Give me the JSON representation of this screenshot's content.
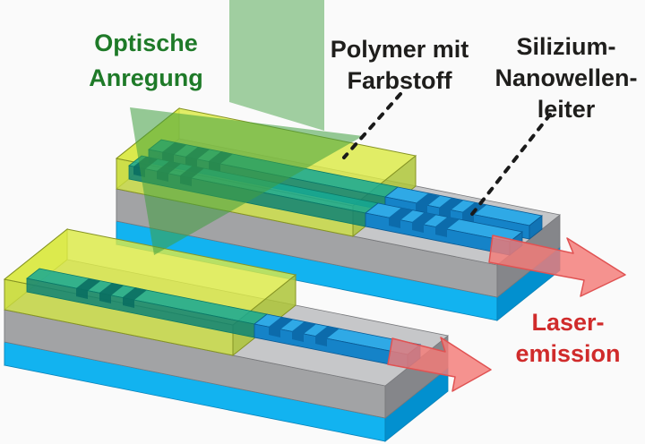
{
  "diagram": {
    "labels": {
      "optical_excitation": {
        "line1": "Optische",
        "line2": "Anregung"
      },
      "polymer": {
        "line1": "Polymer mit",
        "line2": "Farbstoff"
      },
      "silicon_waveguide": {
        "line1": "Silizium-",
        "line2": "Nanowellen-",
        "line3": "leiter"
      },
      "laser_emission": {
        "line1": "Laser-",
        "line2": "emission"
      }
    },
    "icons": {
      "pump_arrow": "down-arrow-icon",
      "emission_arrows": "right-arrow-icon",
      "leader_lines": "dashed-pointer-line"
    },
    "colors": {
      "background": "#fafafa",
      "excitation_text": "#1e7a28",
      "label_text": "#1f1e1c",
      "emission_text": "#d02b2b",
      "pump_arrow": "#3f9e3f",
      "emission_arrow": "#f47b78",
      "emission_arrow_edge": "#e05252",
      "polymer_top": "#dcea45",
      "polymer_front": "#c9dc40",
      "polymer_side": "#adc437",
      "polymer_left": "#d3e24c",
      "polymer_edge": "#859324",
      "waveguide_top": "#2fa9e6",
      "waveguide_front": "#1583c8",
      "waveguide_side": "#1174b5",
      "waveguide_edge": "#0a5a94",
      "waveguide_slot": "#0c6bab",
      "waveguide_teal_top": "#16a893",
      "waveguide_teal_front": "#0e8274",
      "waveguide_teal_edge": "#0b7a68",
      "waveguide_teal_slot": "#0a6f62",
      "substrate_top": "#c6c7c9",
      "substrate_front": "#a2a3a5",
      "substrate_side": "#85868a",
      "substrate_edge": "#77787b",
      "oxide_front": "#12b3f0",
      "oxide_side": "#0290cf",
      "oxide_left": "#0aa3dd",
      "oxide_edge": "#0881b8",
      "leader_line": "#1a1a1a"
    }
  }
}
